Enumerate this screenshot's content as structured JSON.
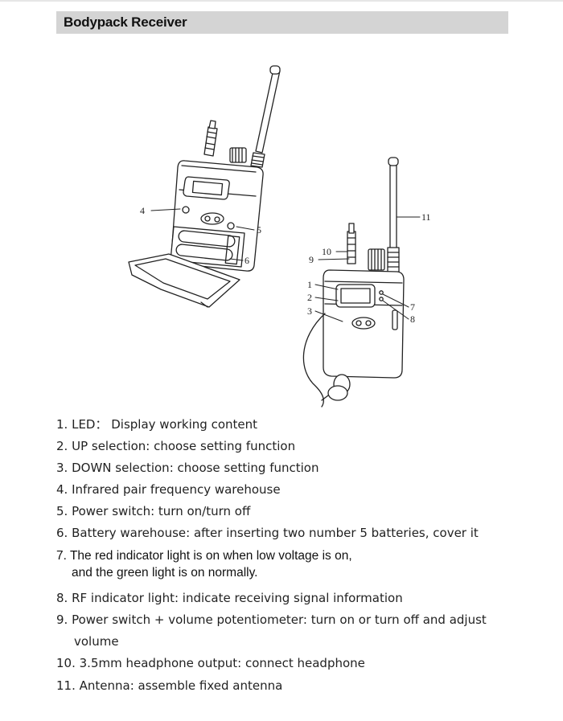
{
  "header": {
    "title": "Bodypack Receiver"
  },
  "figure": {
    "callouts": [
      "4",
      "5",
      "6",
      "1",
      "2",
      "3",
      "7",
      "8",
      "9",
      "10",
      "11"
    ]
  },
  "items": [
    {
      "num": "1.",
      "text": "LED： Display working content"
    },
    {
      "num": "2.",
      "text": "UP selection: choose setting function"
    },
    {
      "num": "3.",
      "text": "DOWN selection: choose setting function"
    },
    {
      "num": "4.",
      "text": "Infrared pair frequency warehouse"
    },
    {
      "num": "5.",
      "text": "Power switch: turn on/turn off"
    },
    {
      "num": "6.",
      "text": "Battery warehouse: after inserting two number 5 batteries, cover it"
    },
    {
      "num": "7.",
      "text": "The red indicator light is on when low voltage is on,",
      "cont": "and the green light is on normally."
    },
    {
      "num": "8.",
      "text": "RF indicator light: indicate receiving signal information"
    },
    {
      "num": "9.",
      "text": "Power switch + volume potentiometer: turn on or turn off and adjust",
      "cont": "volume"
    },
    {
      "num": "10.",
      "text": "3.5mm headphone output: connect headphone"
    },
    {
      "num": "11.",
      "text": "Antenna: assemble fixed antenna"
    }
  ]
}
